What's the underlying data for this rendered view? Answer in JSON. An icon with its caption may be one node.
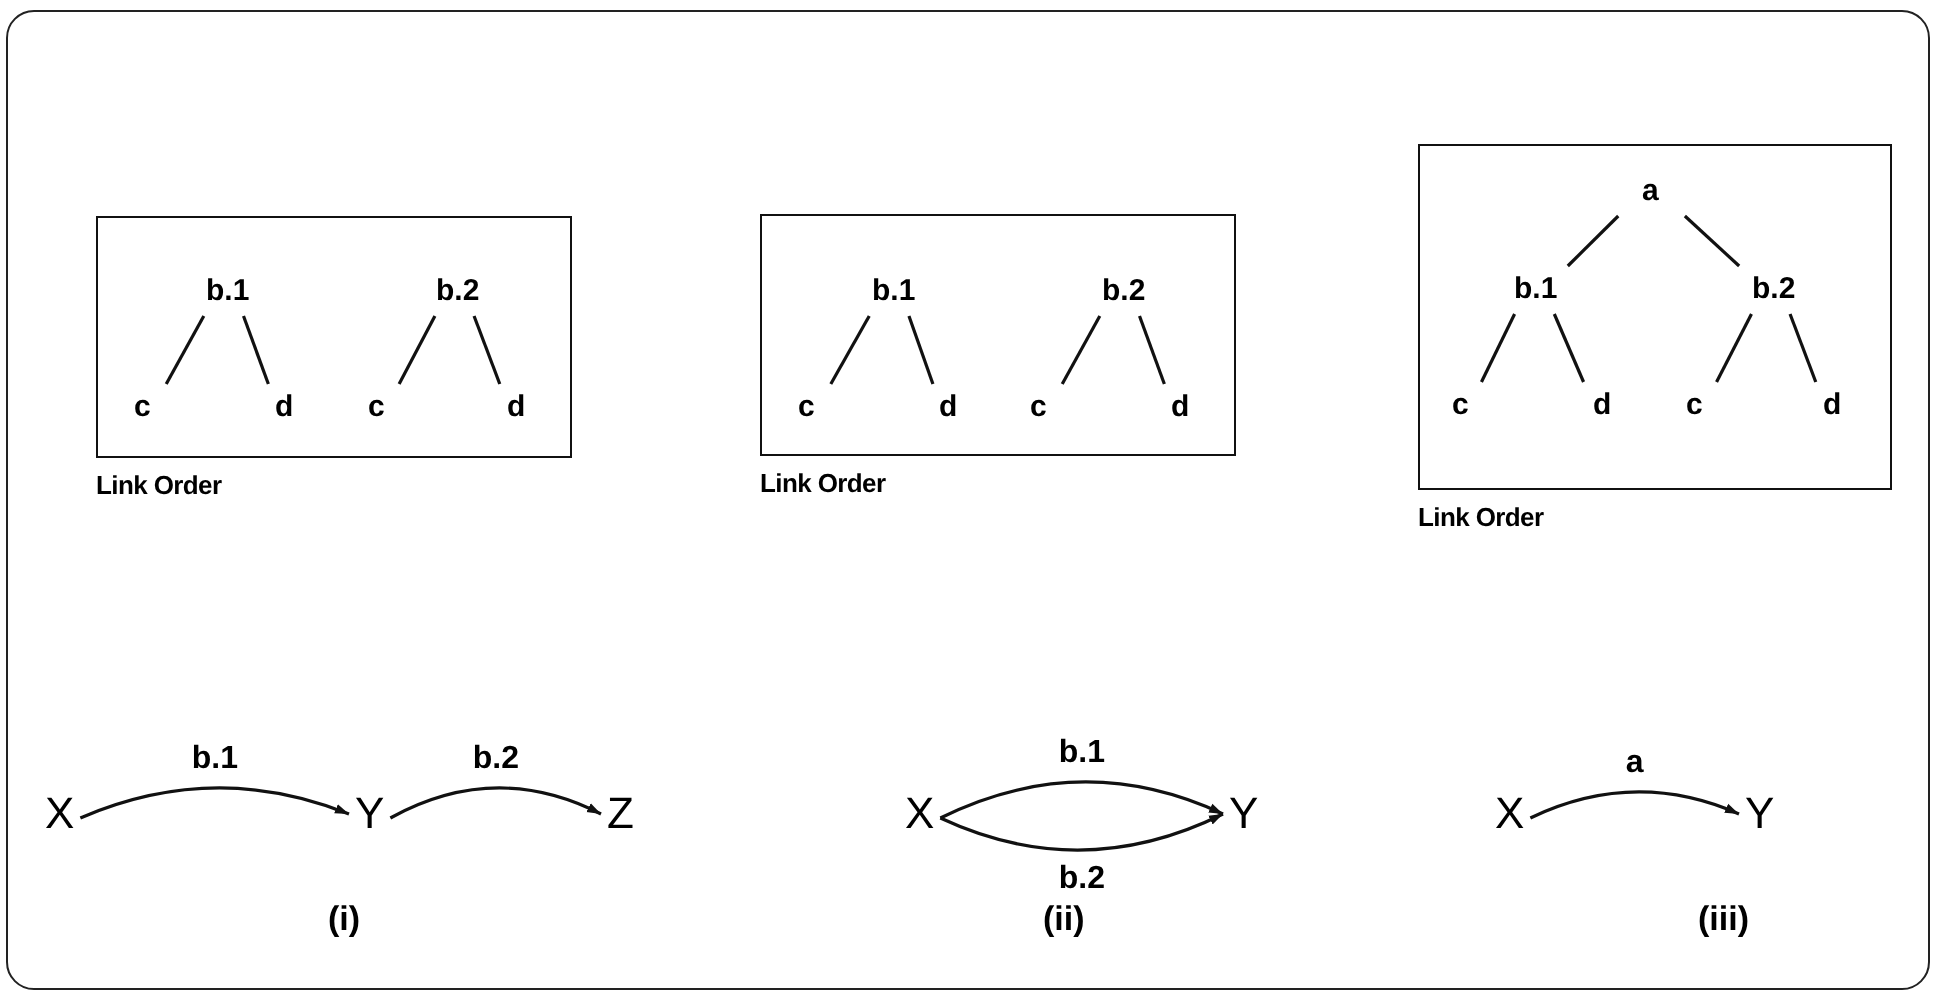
{
  "diagram": {
    "nodes": [
      {
        "text": [
          "Link Order"
        ]
      },
      {
        "text": [
          "b.1"
        ],
        "in": 0
      },
      {
        "text": [
          "b.2"
        ],
        "in": 0
      },
      {
        "text": [
          "c"
        ],
        "in": 0
      },
      {
        "text": [
          "d"
        ],
        "in": 0
      },
      {
        "text": [
          "c"
        ],
        "in": 0
      },
      {
        "text": [
          "d"
        ],
        "in": 0
      },
      {
        "text": [
          "Link Order"
        ]
      },
      {
        "text": [
          "b.1"
        ],
        "in": 7
      },
      {
        "text": [
          "b.2"
        ],
        "in": 7
      },
      {
        "text": [
          "c"
        ],
        "in": 7
      },
      {
        "text": [
          "d"
        ],
        "in": 7
      },
      {
        "text": [
          "c"
        ],
        "in": 7
      },
      {
        "text": [
          "d"
        ],
        "in": 7
      },
      {
        "text": [
          "Link Order"
        ]
      },
      {
        "text": [
          "a"
        ],
        "in": 14
      },
      {
        "text": [
          "b.1"
        ],
        "in": 14
      },
      {
        "text": [
          "b.2"
        ],
        "in": 14
      },
      {
        "text": [
          "c"
        ],
        "in": 14
      },
      {
        "text": [
          "d"
        ],
        "in": 14
      },
      {
        "text": [
          "c"
        ],
        "in": 14
      },
      {
        "text": [
          "d"
        ],
        "in": 14
      },
      {
        "text": [
          "X"
        ]
      },
      {
        "text": [
          "Y"
        ]
      },
      {
        "text": [
          "Z"
        ]
      },
      {
        "text": [
          "X"
        ]
      },
      {
        "text": [
          "Y"
        ]
      },
      {
        "text": [
          "X"
        ]
      },
      {
        "text": [
          "Y"
        ]
      }
    ],
    "edges": [
      {
        "from": 1,
        "to": 3,
        "arrow": "none"
      },
      {
        "from": 1,
        "to": 4,
        "arrow": "none"
      },
      {
        "from": 2,
        "to": 5,
        "arrow": "none"
      },
      {
        "from": 2,
        "to": 6,
        "arrow": "none"
      },
      {
        "from": 8,
        "to": 10,
        "arrow": "none"
      },
      {
        "from": 8,
        "to": 11,
        "arrow": "none"
      },
      {
        "from": 9,
        "to": 12,
        "arrow": "none"
      },
      {
        "from": 9,
        "to": 13,
        "arrow": "none"
      },
      {
        "from": 15,
        "to": 16,
        "arrow": "none"
      },
      {
        "from": 15,
        "to": 17,
        "arrow": "none"
      },
      {
        "from": 16,
        "to": 18,
        "arrow": "none"
      },
      {
        "from": 16,
        "to": 19,
        "arrow": "none"
      },
      {
        "from": 17,
        "to": 20,
        "arrow": "none"
      },
      {
        "from": 17,
        "to": 21,
        "arrow": "none"
      },
      {
        "from": 22,
        "to": 23,
        "arrow": "to",
        "label": "b.1"
      },
      {
        "from": 23,
        "to": 24,
        "arrow": "to",
        "label": "b.2"
      },
      {
        "from": 25,
        "to": 26,
        "arrow": "to",
        "label": "b.1"
      },
      {
        "from": 25,
        "to": 26,
        "arrow": "to",
        "label": "b.2"
      },
      {
        "from": 27,
        "to": 28,
        "arrow": "to",
        "label": "a"
      }
    ],
    "labels": [
      "(i)",
      "(ii)",
      "(iii)"
    ]
  }
}
